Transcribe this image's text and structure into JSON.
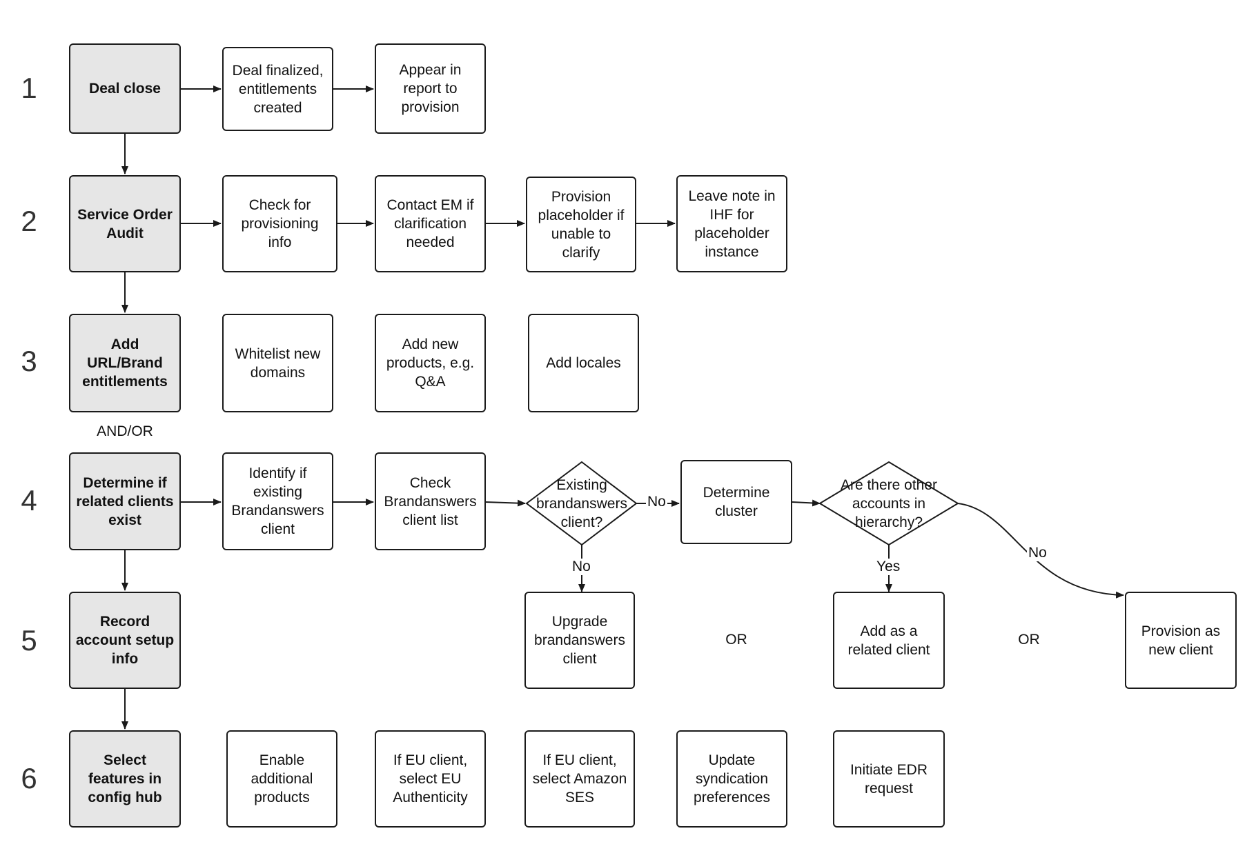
{
  "rows": {
    "r1": "1",
    "r2": "2",
    "r3": "3",
    "r4": "4",
    "r5": "5",
    "r6": "6"
  },
  "stages": {
    "deal_close": "Deal close",
    "service_order_audit": "Service Order Audit",
    "add_entitlements": "Add URL/Brand entitlements",
    "determine_related": "Determine if related clients exist",
    "record_account": "Record account setup info",
    "select_features": "Select features in config hub"
  },
  "steps": {
    "deal_finalized": "Deal finalized, entitlements created",
    "appear_report": "Appear in report to provision",
    "check_provisioning": "Check for provisioning info",
    "contact_em": "Contact EM if clarification needed",
    "provision_placeholder": "Provision placeholder if unable to clarify",
    "leave_note": "Leave note in IHF for placeholder instance",
    "whitelist_domains": "Whitelist new domains",
    "add_products": "Add new products, e.g. Q&A",
    "add_locales": "Add locales",
    "identify_existing": "Identify if existing Brandanswers client",
    "check_list": "Check Brandanswers client list",
    "determine_cluster": "Determine cluster",
    "upgrade_client": "Upgrade brandanswers client",
    "add_related": "Add as a related client",
    "provision_new": "Provision as new client",
    "enable_products": "Enable additional products",
    "eu_authenticity": "If EU client, select EU Authenticity",
    "eu_ses": "If EU client, select Amazon SES",
    "update_syndication": "Update syndication preferences",
    "initiate_edr": "Initiate EDR request"
  },
  "decisions": {
    "existing_client": "Existing brandanswers client?",
    "other_accounts": "Are there other accounts in hierarchy?"
  },
  "labels": {
    "and_or": "AND/OR",
    "or_1": "OR",
    "or_2": "OR",
    "no_right": "No",
    "no_down": "No",
    "yes_down": "Yes",
    "no_curve": "No"
  },
  "colors": {
    "stage_fill": "#e6e6e6",
    "stroke": "#1a1a1a"
  }
}
